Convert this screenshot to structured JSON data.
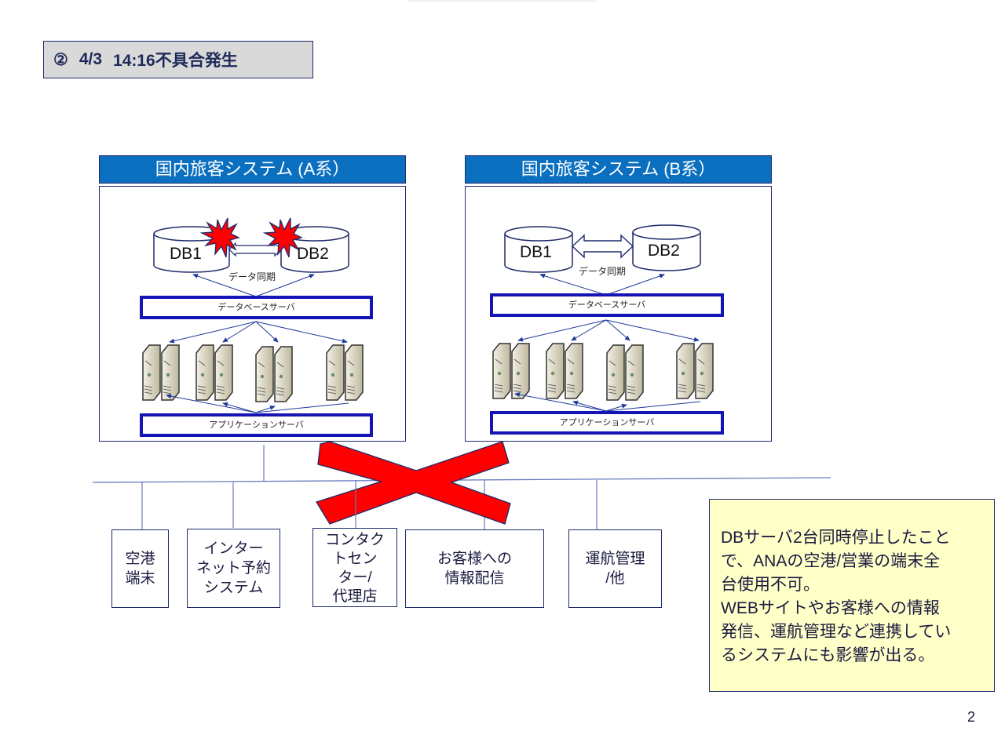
{
  "slide": {
    "heading": {
      "number": "②",
      "date": "4/3",
      "text": "14:16不具合発生"
    },
    "page_number": "2"
  },
  "systems": [
    {
      "id": "a",
      "title": "国内旅客システム (A系）",
      "db1": "DB1",
      "db2": "DB2",
      "sync_label": "データ同期",
      "db_server_label": "データベースサーバ",
      "app_server_label": "アプリケーションサーバ",
      "failed": true
    },
    {
      "id": "b",
      "title": "国内旅客システム (B系）",
      "db1": "DB1",
      "db2": "DB2",
      "sync_label": "データ同期",
      "db_server_label": "データベースサーバ",
      "app_server_label": "アプリケーションサーバ",
      "failed": false
    }
  ],
  "terminals": [
    {
      "label": "空港\n端末"
    },
    {
      "label": "インター\nネット予約\nシステム"
    },
    {
      "label": "コンタク\nトセン\nター/\n代理店"
    },
    {
      "label": "お客様への\n情報配信"
    },
    {
      "label": "運航管理\n/他"
    }
  ],
  "note": {
    "text": "DBサーバ2台同時停止したこと\nで、ANAの空港/営業の端末全\n台使用不可。\nWEBサイトやお客様への情報\n発信、運航管理など連携してい\nるシステムにも影響が出る。"
  },
  "colors": {
    "title_bar": "#0b6fc0",
    "server_bar_border": "#1515b5",
    "failure_mark": "#ff0000",
    "note_bg": "#ffffc8",
    "heading_bg": "#d9d9d9"
  }
}
